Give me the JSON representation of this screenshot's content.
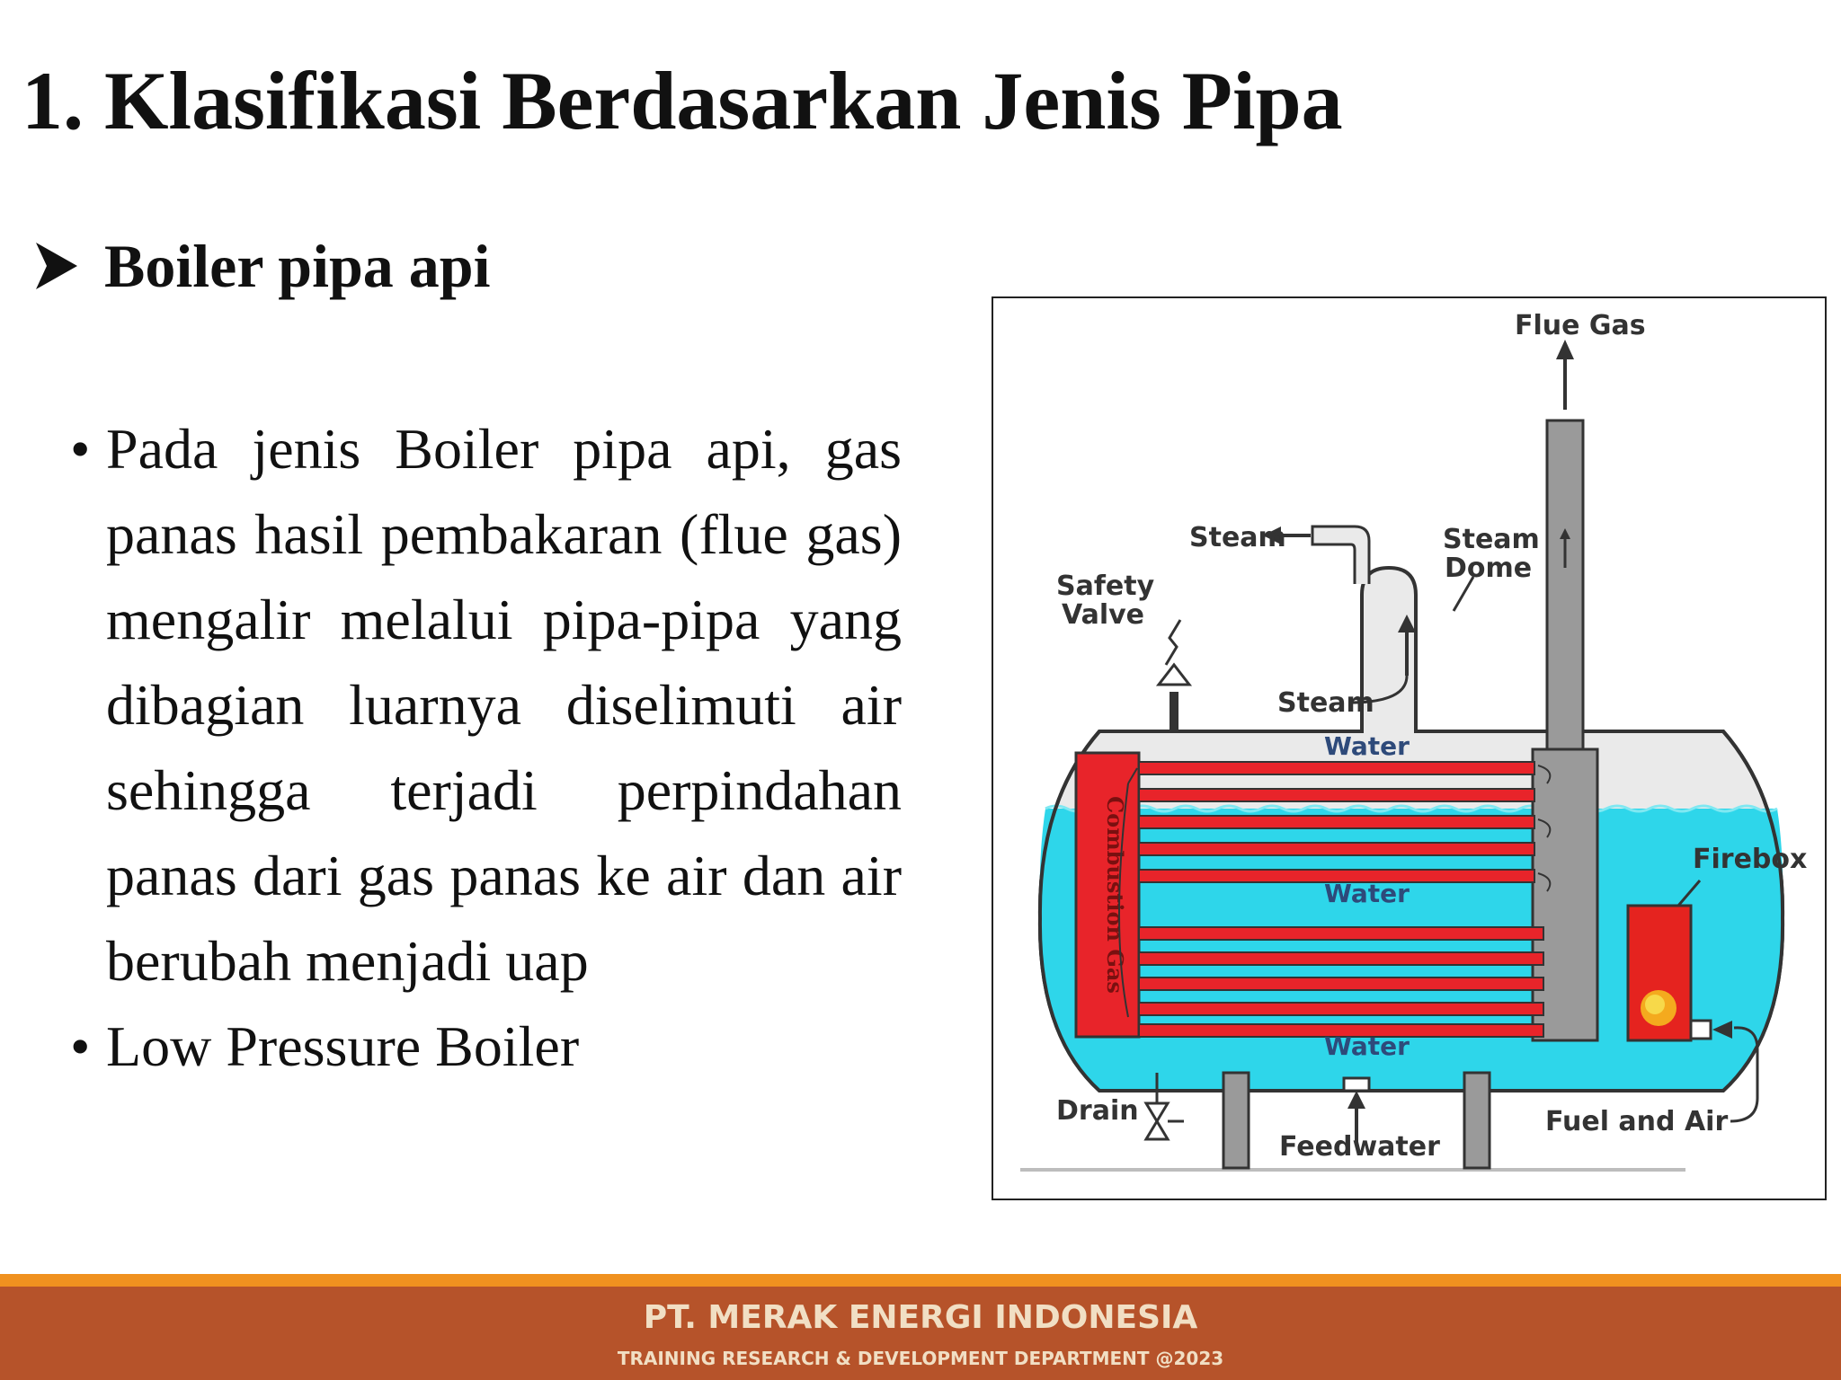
{
  "slide": {
    "title": "1. Klasifikasi Berdasarkan Jenis Pipa",
    "subtitle": "Boiler pipa api",
    "bullets": [
      "Pada jenis Boiler pipa api, gas panas hasil pembakaran (flue gas) mengalir melalui pipa-pipa yang dibagian luarnya diselimuti air sehingga terjadi perpindahan panas dari gas panas ke air dan air berubah menjadi uap",
      "Low Pressure Boiler"
    ],
    "bullet_symbol": "•"
  },
  "diagram": {
    "labels": {
      "flue_gas": "Flue Gas",
      "steam_out": "Steam",
      "steam_dome_1": "Steam",
      "steam_dome_2": "Dome",
      "safety_valve_1": "Safety",
      "safety_valve_2": "Valve",
      "steam_inside": "Steam",
      "water_top": "Water",
      "water_mid": "Water",
      "water_bottom": "Water",
      "combustion_gas": "Combustion Gas",
      "firebox": "Firebox",
      "drain": "Drain",
      "feedwater": "Feedwater",
      "fuel_and_air": "Fuel and Air"
    },
    "colors": {
      "water": "#2ed6ea",
      "steam_space": "#eaeaea",
      "tubes": "#e8242a",
      "stack": "#9a9a9a",
      "firebox": "#e5231f"
    }
  },
  "footer": {
    "company": "PT. MERAK ENERGI INDONESIA",
    "department": "TRAINING RESEARCH & DEVELOPMENT DEPARTMENT @2023"
  }
}
